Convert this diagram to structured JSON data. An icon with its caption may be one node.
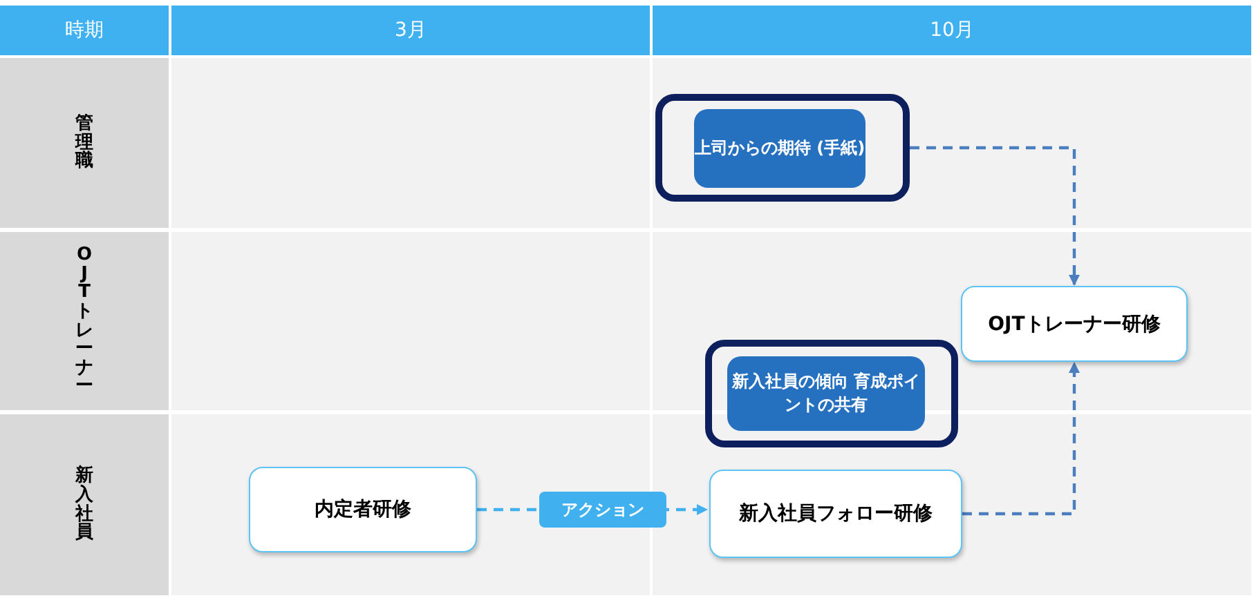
{
  "diagram": {
    "nodes": [
      {
        "text": [],
        "shape": "box"
      },
      {
        "text": [
          "上司からの期待 (手紙)"
        ],
        "in": 0
      },
      {
        "text": [
          "OJTトレーナー研修"
        ]
      },
      {
        "text": [],
        "shape": "box"
      },
      {
        "text": [
          "新入社員の傾向 育成ポイントの共有"
        ],
        "in": 3
      },
      {
        "text": [
          "内定者研修"
        ]
      },
      {
        "text": [
          "新入社員フォロー研修"
        ]
      }
    ],
    "edges": [
      {
        "from": 0,
        "to": 2,
        "arrow": "to",
        "style": "dashed"
      },
      {
        "from": 6,
        "to": 2,
        "arrow": "to",
        "style": "dashed"
      },
      {
        "from": 5,
        "to": 6,
        "arrow": "to",
        "style": "dashed",
        "label": "アクション",
        "color": "#41b0ef"
      }
    ],
    "labels": [
      "時期",
      "3月",
      "10月",
      "管理職",
      "OJTトレーナー",
      "新入社員"
    ]
  }
}
